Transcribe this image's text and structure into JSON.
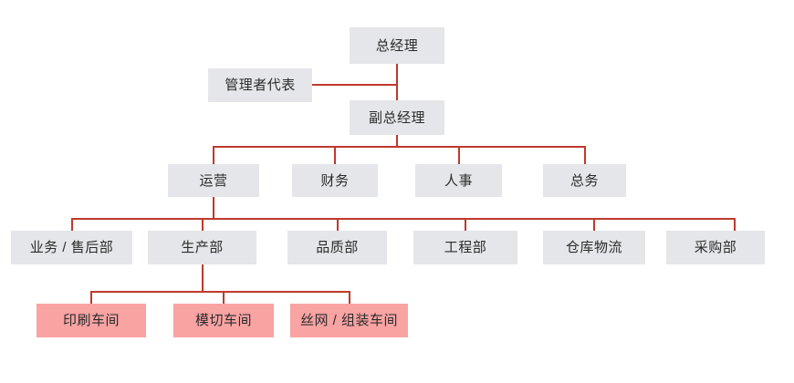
{
  "chart_data": {
    "type": "diagram",
    "subtype": "org-chart",
    "title": "",
    "orientation": "top-down",
    "colors": {
      "node_gray_fill": "#e4e6e9",
      "node_red_fill": "#f9a3a3",
      "connector": "#c0392b",
      "text": "#2b2b2b",
      "background": "#ffffff"
    },
    "levels": [
      {
        "level": 1,
        "nodes": [
          "总经理"
        ]
      },
      {
        "level": 1.5,
        "nodes": [
          "管理者代表"
        ]
      },
      {
        "level": 2,
        "nodes": [
          "副总经理"
        ]
      },
      {
        "level": 3,
        "nodes": [
          "运营",
          "财务",
          "人事",
          "总务"
        ]
      },
      {
        "level": 4,
        "nodes": [
          "业务 / 售后部",
          "生产部",
          "品质部",
          "工程部",
          "仓库物流",
          "采购部"
        ]
      },
      {
        "level": 5,
        "nodes": [
          "印刷车间",
          "模切车间",
          "丝网 / 组装车间"
        ]
      }
    ],
    "edges": [
      {
        "from": "总经理",
        "to": "副总经理"
      },
      {
        "from": "管理者代表",
        "to": "总经理"
      },
      {
        "from": "副总经理",
        "to": "运营"
      },
      {
        "from": "副总经理",
        "to": "财务"
      },
      {
        "from": "副总经理",
        "to": "人事"
      },
      {
        "from": "副总经理",
        "to": "总务"
      },
      {
        "from": "运营",
        "to": "业务 / 售后部"
      },
      {
        "from": "运营",
        "to": "生产部"
      },
      {
        "from": "运营",
        "to": "品质部"
      },
      {
        "from": "运营",
        "to": "工程部"
      },
      {
        "from": "运营",
        "to": "仓库物流"
      },
      {
        "from": "运营",
        "to": "采购部"
      },
      {
        "from": "生产部",
        "to": "印刷车间"
      },
      {
        "from": "生产部",
        "to": "模切车间"
      },
      {
        "from": "生产部",
        "to": "丝网 / 组装车间"
      }
    ]
  },
  "nodes": {
    "general_manager": {
      "label": "总经理"
    },
    "management_rep": {
      "label": "管理者代表"
    },
    "deputy_general_manager": {
      "label": "副总经理"
    },
    "level3": [
      {
        "label": "运营"
      },
      {
        "label": "财务"
      },
      {
        "label": "人事"
      },
      {
        "label": "总务"
      }
    ],
    "level4": [
      {
        "label": "业务 / 售后部"
      },
      {
        "label": "生产部"
      },
      {
        "label": "品质部"
      },
      {
        "label": "工程部"
      },
      {
        "label": "仓库物流"
      },
      {
        "label": "采购部"
      }
    ],
    "level5": [
      {
        "label": "印刷车间"
      },
      {
        "label": "模切车间"
      },
      {
        "label": "丝网 / 组装车间"
      }
    ]
  }
}
